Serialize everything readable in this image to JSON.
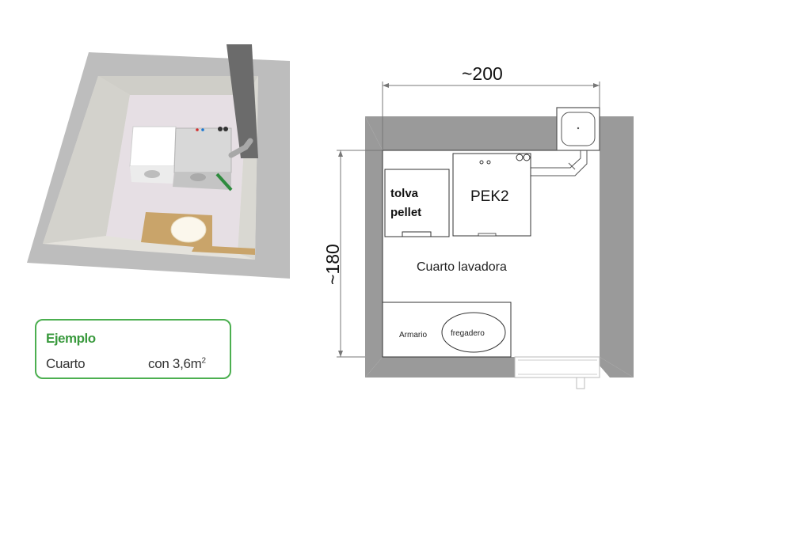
{
  "plan": {
    "width_dim": "~200",
    "height_dim": "~180",
    "hopper_line1": "tolva",
    "hopper_line2": "pellet",
    "boiler_label": "PEK2",
    "room_label": "Cuarto lavadora",
    "cabinet_label": "Armario",
    "sink_label": "fregadero"
  },
  "example": {
    "title": "Ejemplo",
    "room": "Cuarto",
    "area_prefix": "con 3,6m",
    "area_sup": "2"
  },
  "colors": {
    "wall": "#9a9a9a",
    "accent_green": "#4caf50",
    "boiler_stripe": "#2e8b3e",
    "wood": "#c9a46a"
  }
}
